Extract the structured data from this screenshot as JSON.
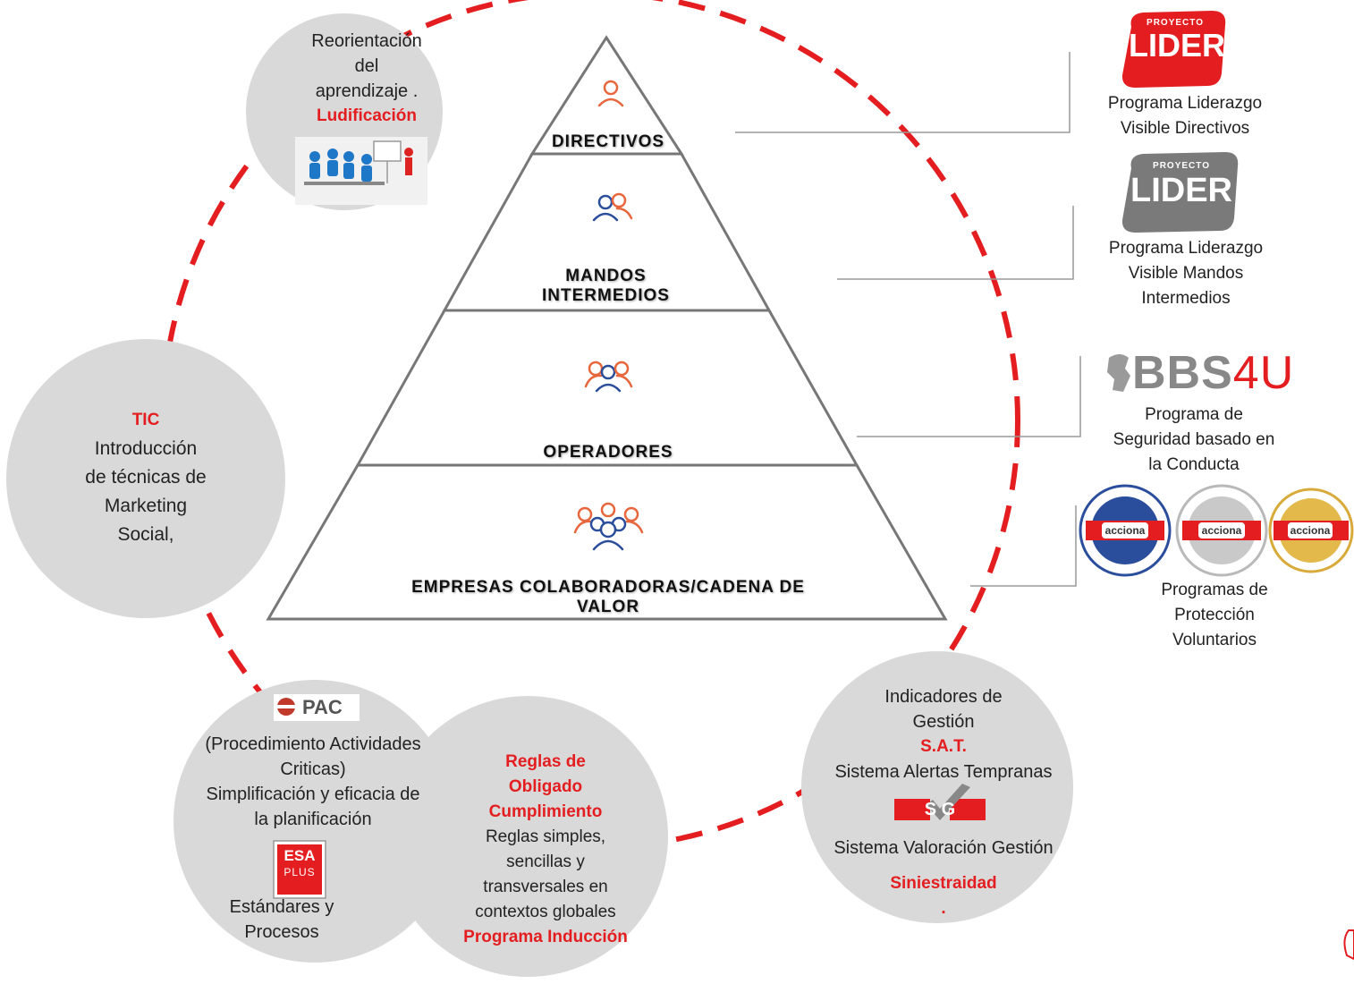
{
  "pyramid": {
    "tiers": [
      {
        "label": "DIRECTIVOS",
        "icon": "person-icon"
      },
      {
        "label": "MANDOS INTERMEDIOS",
        "icon": "two-people-icon"
      },
      {
        "label": "OPERADORES",
        "icon": "three-people-icon"
      },
      {
        "label": "EMPRESAS COLABORADORAS/CADENA DE VALOR",
        "icon": "group-icon"
      }
    ]
  },
  "circles": {
    "top_left": {
      "line1": "Reorientación",
      "line2": "del",
      "line3": "aprendizaje .",
      "highlight": "Ludificación"
    },
    "left": {
      "highlight": "TIC",
      "line1": "Introducción",
      "line2": "de técnicas de",
      "line3": "Marketing",
      "line4": "Social,"
    },
    "bottom_left": {
      "pac_logo": "PAC",
      "line1": "(Procedimiento Actividades",
      "line2": "Criticas)",
      "line3": "Simplificación y eficacia de",
      "line4": "la planificación",
      "esa_logo_1": "ESA",
      "esa_logo_2": "PLUS",
      "line5": "Estándares y",
      "line6": "Procesos"
    },
    "bottom_middle": {
      "highlight1": "Reglas  de",
      "highlight2": "Obligado",
      "highlight3": "Cumplimiento",
      "line1": "Reglas  simples,",
      "line2": "sencillas y",
      "line3": "transversales en",
      "line4": "contextos globales",
      "highlight4": "Programa Inducción"
    },
    "bottom_right": {
      "line1": "Indicadores de",
      "line2": "Gestión",
      "highlight1": "S.A.T.",
      "line3": "Sistema Alertas Tempranas",
      "svg_logo": "S G",
      "line4": "Sistema Valoración Gestión",
      "highlight2": "Siniestraidad",
      "highlight3": "."
    }
  },
  "programs": [
    {
      "logo_top": "PROYECTO",
      "logo_main": "LIDER",
      "line1": "Programa Liderazgo",
      "line2": "Visible Directivos",
      "color": "#e41e20"
    },
    {
      "logo_top": "PROYECTO",
      "logo_main": "LIDER",
      "line1": "Programa Liderazgo",
      "line2": "Visible Mandos",
      "line3": "Intermedios",
      "color": "#7a7a7a"
    },
    {
      "logo_main": "BBS",
      "logo_accent": "4U",
      "line1": "Programa de",
      "line2": "Seguridad basado en",
      "line3": "la Conducta"
    },
    {
      "line1": "Programas de",
      "line2": "Protección",
      "line3": "Voluntarios",
      "badges": [
        {
          "brand": "acciona",
          "ring": "#2b4e9c"
        },
        {
          "brand": "acciona",
          "ring": "#b9b9b9"
        },
        {
          "brand": "acciona",
          "ring": "#d8aa3a"
        }
      ]
    }
  ],
  "colors": {
    "accent": "#e41e20",
    "circle": "#d9d9d9",
    "pyramid_line": "#777777"
  }
}
